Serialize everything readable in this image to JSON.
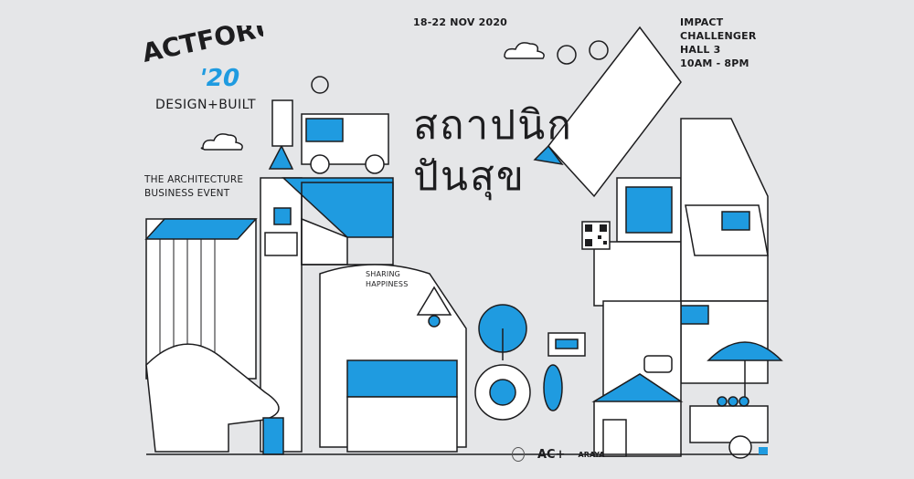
{
  "logo": {
    "text": "ACT FORUM",
    "year": "'20"
  },
  "tagline": "DESIGN+BUILT",
  "subtitle": [
    "THE ARCHITECTURE",
    "BUSINESS EVENT"
  ],
  "date": "18-22 NOV 2020",
  "venue": [
    "IMPACT",
    "CHALLENGER",
    "HALL 3",
    "10AM - 8PM"
  ],
  "thai_title": [
    "สถาปนิก",
    "ปันสุข"
  ],
  "sharing": [
    "SHARING",
    "HAPPINESS"
  ],
  "sponsors": [
    "AC+",
    "ARAYA"
  ],
  "colors": {
    "background": "#e5e6e8",
    "accent": "#1f9be0",
    "line": "#1d1d1f"
  }
}
